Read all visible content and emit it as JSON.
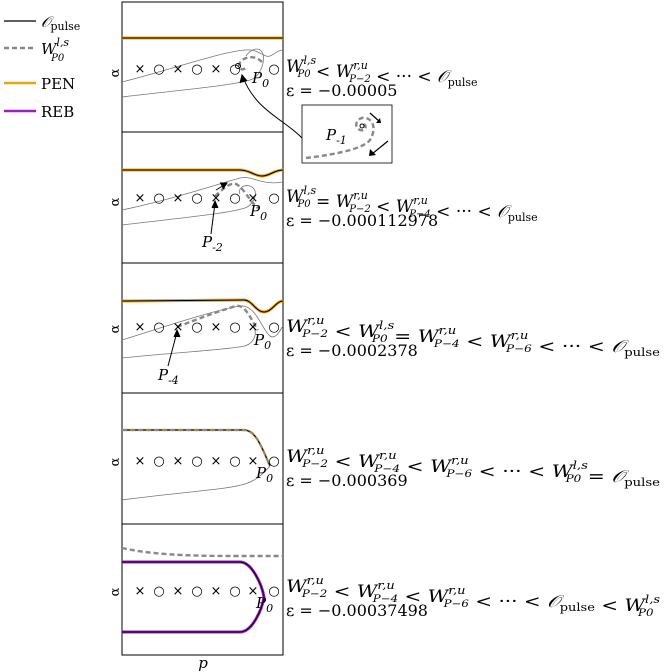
{
  "legend": [
    {
      "label": "𝒪",
      "sub": "pulse",
      "sup": "",
      "style": "solid",
      "color": "#000000"
    },
    {
      "label": "W",
      "sub": "P0",
      "sup": "l,s",
      "style": "dashed",
      "color": "#888888"
    },
    {
      "label": "PEN",
      "sub": "",
      "sup": "",
      "style": "solid",
      "color": "#e8a317"
    },
    {
      "label": "REB",
      "sub": "",
      "sup": "",
      "style": "solid",
      "color": "#9b1fc7"
    }
  ],
  "axis": {
    "ylabel": "α",
    "xlabel": "p"
  },
  "markers": {
    "cross": "×",
    "circle": "○"
  },
  "panels": [
    {
      "id": "panel-1",
      "relation": [
        {
          "t": "W",
          "sup": "l,s",
          "sub": "P0"
        },
        {
          "t": " < "
        },
        {
          "t": "W",
          "sup": "r,u",
          "sub": "P−2"
        },
        {
          "t": " < ··· < "
        },
        {
          "t": "𝒪",
          "sub": "pulse"
        }
      ],
      "epsilon": "ε = −0.00005",
      "labels": [
        "P0"
      ],
      "inset_label": "P-1"
    },
    {
      "id": "panel-2",
      "relation": [
        {
          "t": "W",
          "sup": "l,s",
          "sub": "P0"
        },
        {
          "t": " = "
        },
        {
          "t": "W",
          "sup": "r,u",
          "sub": "P−2"
        },
        {
          "t": " < "
        },
        {
          "t": "W",
          "sup": "r,u",
          "sub": "P−4"
        },
        {
          "t": " < ··· < "
        },
        {
          "t": "𝒪",
          "sub": "pulse"
        }
      ],
      "epsilon": "ε = −0.000112978",
      "labels": [
        "P0",
        "P-2"
      ]
    },
    {
      "id": "panel-3",
      "relation": [
        {
          "t": "W",
          "sup": "r,u",
          "sub": "P−2"
        },
        {
          "t": " < "
        },
        {
          "t": "W",
          "sup": "l,s",
          "sub": "P0"
        },
        {
          "t": " = "
        },
        {
          "t": "W",
          "sup": "r,u",
          "sub": "P−4"
        },
        {
          "t": " < "
        },
        {
          "t": "W",
          "sup": "r,u",
          "sub": "P−6"
        },
        {
          "t": " < ··· < "
        },
        {
          "t": "𝒪",
          "sub": "pulse"
        }
      ],
      "epsilon": "ε = −0.0002378",
      "labels": [
        "P0",
        "P-4"
      ]
    },
    {
      "id": "panel-4",
      "relation": [
        {
          "t": "W",
          "sup": "r,u",
          "sub": "P−2"
        },
        {
          "t": " < "
        },
        {
          "t": "W",
          "sup": "r,u",
          "sub": "P−4"
        },
        {
          "t": " < "
        },
        {
          "t": "W",
          "sup": "r,u",
          "sub": "P−6"
        },
        {
          "t": " < ··· < "
        },
        {
          "t": "W",
          "sup": "l,s",
          "sub": "P0"
        },
        {
          "t": " = "
        },
        {
          "t": "𝒪",
          "sub": "pulse"
        }
      ],
      "epsilon": "ε = −0.000369",
      "labels": [
        "P0"
      ]
    },
    {
      "id": "panel-5",
      "relation": [
        {
          "t": "W",
          "sup": "r,u",
          "sub": "P−2"
        },
        {
          "t": " < "
        },
        {
          "t": "W",
          "sup": "r,u",
          "sub": "P−4"
        },
        {
          "t": " < "
        },
        {
          "t": "W",
          "sup": "r,u",
          "sub": "P−6"
        },
        {
          "t": " < ··· < "
        },
        {
          "t": "𝒪",
          "sub": "pulse"
        },
        {
          "t": " < "
        },
        {
          "t": "W",
          "sup": "l,s",
          "sub": "P0"
        }
      ],
      "epsilon": "ε = −0.00037498",
      "labels": [
        "P0"
      ]
    }
  ]
}
